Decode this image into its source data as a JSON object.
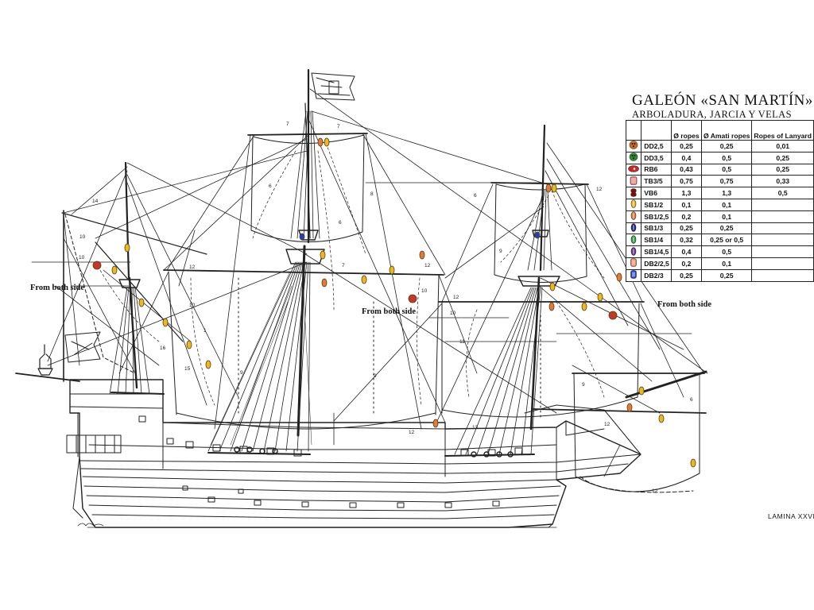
{
  "title": "GALEÓN «SAN MARTÍN»",
  "subtitle": "ARBOLADURA, JARCIA Y VELAS",
  "table": {
    "headers": [
      "",
      "",
      "Ø ropes",
      "Ø Amati ropes",
      "Ropes of Lanyard"
    ],
    "rows": [
      {
        "icon": "deadeye-3-hole-icon",
        "color": "#d2691e",
        "code": "DD2,5",
        "ropes": "0,25",
        "amati": "0,25",
        "lanyard": "0,01"
      },
      {
        "icon": "deadeye-3-hole-icon",
        "color": "#2e8b2e",
        "code": "DD3,5",
        "ropes": "0,4",
        "amati": "0,5",
        "lanyard": "0,25"
      },
      {
        "icon": "rigging-block-icon",
        "color": "#c62828",
        "code": "RB6",
        "ropes": "0,43",
        "amati": "0,5",
        "lanyard": "0,25"
      },
      {
        "icon": "triple-block-icon",
        "color": "#e57373",
        "code": "TB3/5",
        "ropes": "0,75",
        "amati": "0,75",
        "lanyard": "0,33"
      },
      {
        "icon": "violin-block-icon",
        "color": "#7b1010",
        "code": "VB6",
        "ropes": "1,3",
        "amati": "1,3",
        "lanyard": "0,5"
      },
      {
        "icon": "single-block-icon",
        "color": "#e8b923",
        "code": "SB1/2",
        "ropes": "0,1",
        "amati": "0,1",
        "lanyard": ""
      },
      {
        "icon": "single-block-icon",
        "color": "#e07b39",
        "code": "SB1/2,5",
        "ropes": "0,2",
        "amati": "0,1",
        "lanyard": ""
      },
      {
        "icon": "single-block-icon",
        "color": "#1a237e",
        "code": "SB1/3",
        "ropes": "0,25",
        "amati": "0,25",
        "lanyard": ""
      },
      {
        "icon": "single-block-icon",
        "color": "#2e9e3e",
        "code": "SB1/4",
        "ropes": "0,32",
        "amati": "0,25 or 0,5",
        "lanyard": ""
      },
      {
        "icon": "single-block-icon",
        "color": "#6a2c91",
        "code": "SB1/4,5",
        "ropes": "0,4",
        "amati": "0,5",
        "lanyard": ""
      },
      {
        "icon": "double-block-icon",
        "color": "#f08a5d",
        "code": "DB2/2,5",
        "ropes": "0,2",
        "amati": "0,1",
        "lanyard": ""
      },
      {
        "icon": "double-block-icon",
        "color": "#1f3fbf",
        "code": "DB2/3",
        "ropes": "0,25",
        "amati": "0,25",
        "lanyard": ""
      }
    ]
  },
  "notes": {
    "left": "From both side",
    "center": "From both side",
    "right": "From both side"
  },
  "lamina": "LAMINA XXVIII",
  "colors": {
    "ink": "#222222",
    "block_yellow": "#e8b923",
    "block_orange": "#e07b39",
    "block_red": "#c62828"
  }
}
